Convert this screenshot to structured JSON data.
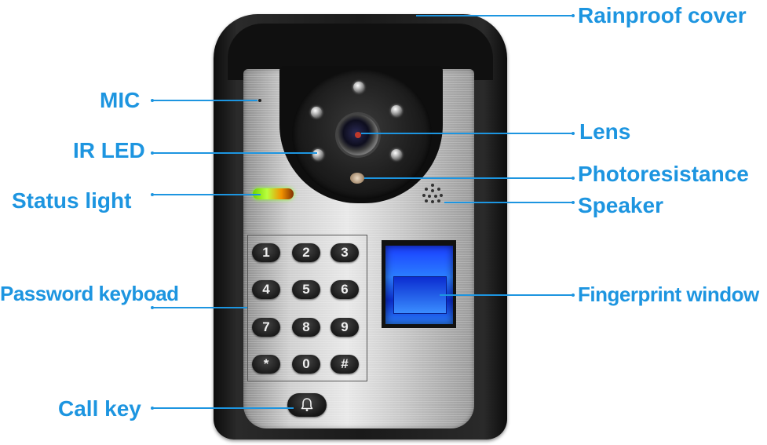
{
  "labels": {
    "rainproof_cover": "Rainproof cover",
    "mic": "MIC",
    "lens": "Lens",
    "ir_led": "IR LED",
    "photoresistance": "Photoresistance",
    "status_light": "Status light",
    "speaker": "Speaker",
    "password_keyboard": "Password keyboad",
    "fingerprint_window": "Fingerprint window",
    "call_key": "Call key"
  },
  "keypad": {
    "keys": [
      "1",
      "2",
      "3",
      "4",
      "5",
      "6",
      "7",
      "8",
      "9",
      "*",
      "0",
      "#"
    ]
  },
  "icons": {
    "call_key_icon": "bell-icon"
  },
  "colors": {
    "label": "#1d95e0",
    "status_light": "#8cff2b",
    "fingerprint": "#1a3eff"
  }
}
